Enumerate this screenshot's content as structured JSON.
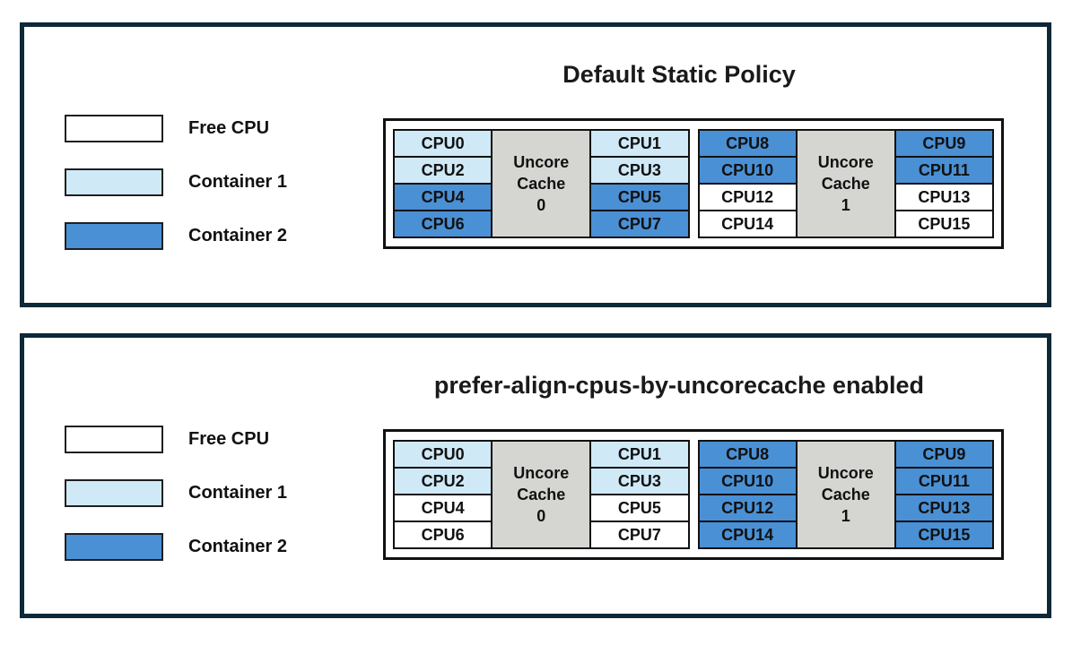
{
  "colors": {
    "free": "#ffffff",
    "container1": "#cfe9f7",
    "container2": "#4a90d5",
    "uncore_cache_fill": "#d5d5d2",
    "panel_border": "#0d2838",
    "cell_border": "#111111"
  },
  "panels": [
    {
      "title": "Default Static Policy",
      "legend": [
        {
          "label": "Free CPU",
          "state": "free"
        },
        {
          "label": "Container 1",
          "state": "container1"
        },
        {
          "label": "Container 2",
          "state": "container2"
        }
      ],
      "groups": [
        {
          "cache_lines": [
            "Uncore",
            "Cache",
            "0"
          ],
          "left_cpus": [
            {
              "label": "CPU0",
              "state": "container1"
            },
            {
              "label": "CPU2",
              "state": "container1"
            },
            {
              "label": "CPU4",
              "state": "container2"
            },
            {
              "label": "CPU6",
              "state": "container2"
            }
          ],
          "right_cpus": [
            {
              "label": "CPU1",
              "state": "container1"
            },
            {
              "label": "CPU3",
              "state": "container1"
            },
            {
              "label": "CPU5",
              "state": "container2"
            },
            {
              "label": "CPU7",
              "state": "container2"
            }
          ]
        },
        {
          "cache_lines": [
            "Uncore",
            "Cache",
            "1"
          ],
          "left_cpus": [
            {
              "label": "CPU8",
              "state": "container2"
            },
            {
              "label": "CPU10",
              "state": "container2"
            },
            {
              "label": "CPU12",
              "state": "free"
            },
            {
              "label": "CPU14",
              "state": "free"
            }
          ],
          "right_cpus": [
            {
              "label": "CPU9",
              "state": "container2"
            },
            {
              "label": "CPU11",
              "state": "container2"
            },
            {
              "label": "CPU13",
              "state": "free"
            },
            {
              "label": "CPU15",
              "state": "free"
            }
          ]
        }
      ]
    },
    {
      "title": "prefer-align-cpus-by-uncorecache enabled",
      "legend": [
        {
          "label": "Free CPU",
          "state": "free"
        },
        {
          "label": "Container 1",
          "state": "container1"
        },
        {
          "label": "Container 2",
          "state": "container2"
        }
      ],
      "groups": [
        {
          "cache_lines": [
            "Uncore",
            "Cache",
            "0"
          ],
          "left_cpus": [
            {
              "label": "CPU0",
              "state": "container1"
            },
            {
              "label": "CPU2",
              "state": "container1"
            },
            {
              "label": "CPU4",
              "state": "free"
            },
            {
              "label": "CPU6",
              "state": "free"
            }
          ],
          "right_cpus": [
            {
              "label": "CPU1",
              "state": "container1"
            },
            {
              "label": "CPU3",
              "state": "container1"
            },
            {
              "label": "CPU5",
              "state": "free"
            },
            {
              "label": "CPU7",
              "state": "free"
            }
          ]
        },
        {
          "cache_lines": [
            "Uncore",
            "Cache",
            "1"
          ],
          "left_cpus": [
            {
              "label": "CPU8",
              "state": "container2"
            },
            {
              "label": "CPU10",
              "state": "container2"
            },
            {
              "label": "CPU12",
              "state": "container2"
            },
            {
              "label": "CPU14",
              "state": "container2"
            }
          ],
          "right_cpus": [
            {
              "label": "CPU9",
              "state": "container2"
            },
            {
              "label": "CPU11",
              "state": "container2"
            },
            {
              "label": "CPU13",
              "state": "container2"
            },
            {
              "label": "CPU15",
              "state": "container2"
            }
          ]
        }
      ]
    }
  ]
}
